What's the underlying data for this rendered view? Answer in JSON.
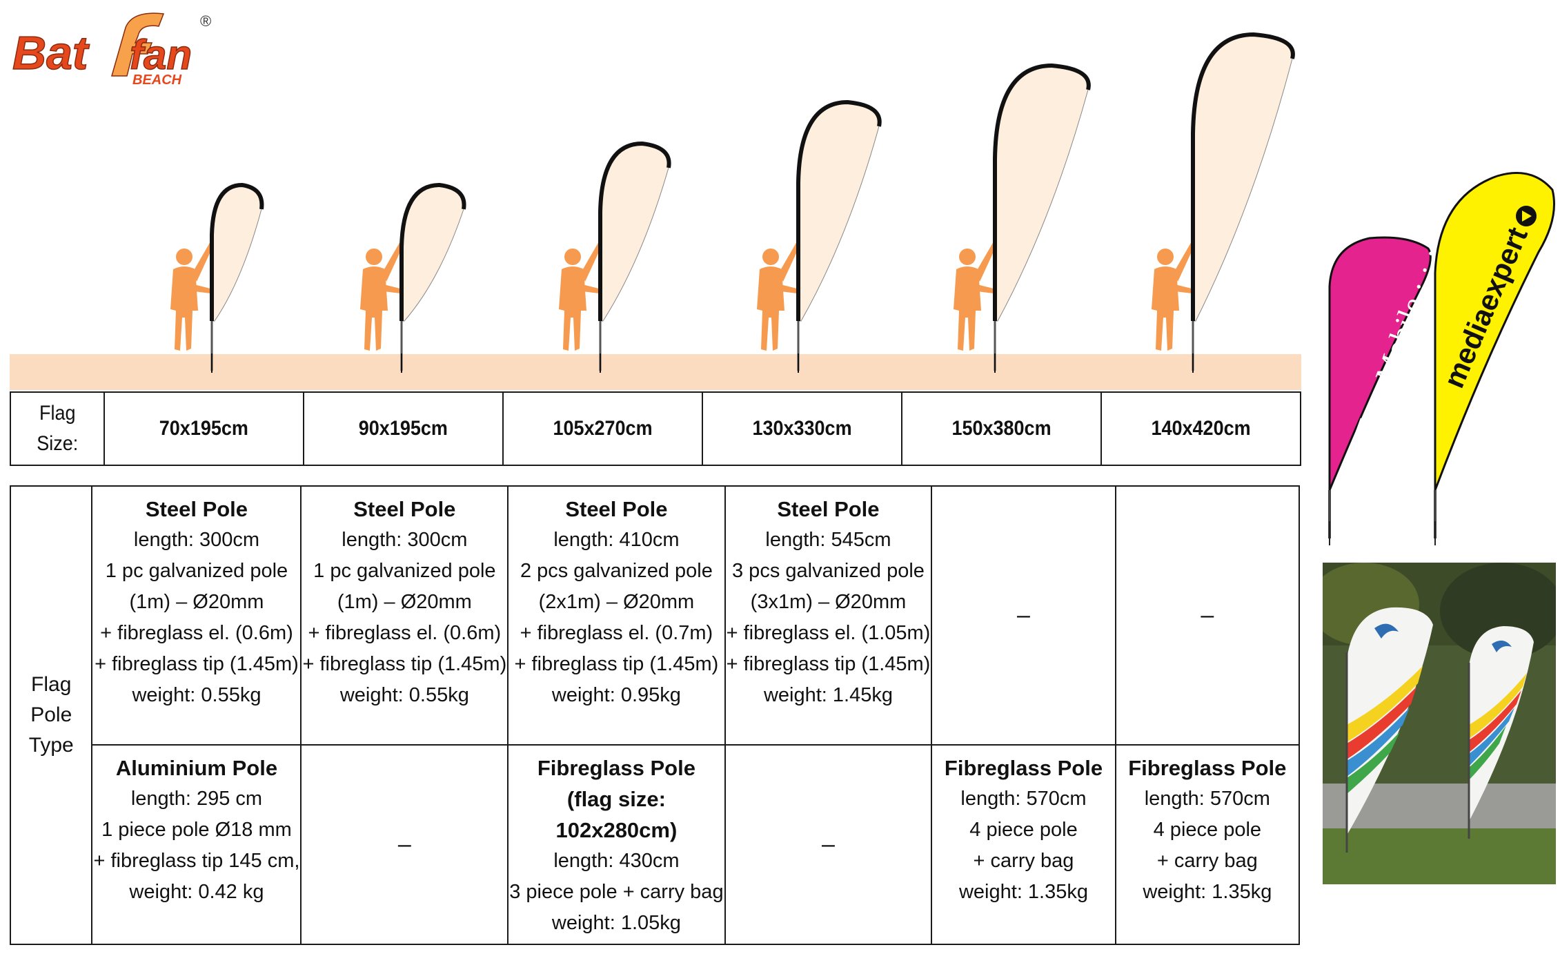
{
  "brand": {
    "name_part1": "Bat",
    "name_part2": "fan",
    "sub": "BEACH",
    "registered": "®",
    "colors": {
      "primary": "#e4481c",
      "light": "#f7a24a",
      "shadow": "#8a2a0e"
    }
  },
  "colors": {
    "ground": "#fbdcc0",
    "figure": "#f59a4e",
    "pole": "#111111",
    "flag_fill": "#fdeede",
    "tmobile": "#e5238f",
    "mediaexpert": "#fff200"
  },
  "flag_size": {
    "label_line1": "Flag",
    "label_line2": "Size:",
    "sizes": [
      "70x195cm",
      "90x195cm",
      "105x270cm",
      "130x330cm",
      "150x380cm",
      "140x420cm"
    ]
  },
  "pole_table": {
    "label_line1": "Flag Pole",
    "label_line2": "Type",
    "dash": "–",
    "row1": [
      {
        "title": "Steel Pole",
        "lines": [
          "length: 300cm",
          "1 pc galvanized pole",
          "(1m) – Ø20mm",
          "+ fibreglass el. (0.6m)",
          "+ fibreglass tip (1.45m)",
          "weight: 0.55kg"
        ]
      },
      {
        "title": "Steel Pole",
        "lines": [
          "length: 300cm",
          "1 pc galvanized pole",
          "(1m) – Ø20mm",
          "+ fibreglass el. (0.6m)",
          "+ fibreglass tip (1.45m)",
          "weight: 0.55kg"
        ]
      },
      {
        "title": "Steel Pole",
        "lines": [
          "length: 410cm",
          "2 pcs galvanized pole",
          "(2x1m)  – Ø20mm",
          "+ fibreglass el. (0.7m)",
          "+ fibreglass tip (1.45m)",
          "weight: 0.95kg"
        ]
      },
      {
        "title": "Steel Pole",
        "lines": [
          "length: 545cm",
          "3 pcs galvanized pole",
          "(3x1m)  – Ø20mm",
          "+ fibreglass el. (1.05m)",
          "+ fibreglass tip (1.45m)",
          "weight: 1.45kg"
        ]
      }
    ],
    "row2": {
      "c1": {
        "title": "Aluminium Pole",
        "lines": [
          "length: 295 cm",
          "1 piece pole Ø18 mm",
          "+ fibreglass tip 145 cm,",
          "weight: 0.42 kg"
        ]
      },
      "c3": {
        "title": "Fibreglass Pole",
        "subtitle": "(flag size: 102x280cm)",
        "lines": [
          "length: 430cm",
          "3 piece pole + carry bag",
          "weight: 1.05kg"
        ]
      },
      "c5": {
        "title": "Fibreglass Pole",
        "lines": [
          "length: 570cm",
          "4 piece pole",
          "+ carry bag",
          "weight: 1.35kg"
        ]
      },
      "c6": {
        "title": "Fibreglass Pole",
        "lines": [
          "length: 570cm",
          "4 piece pole",
          "+ carry bag",
          "weight: 1.35kg"
        ]
      }
    }
  },
  "examples": {
    "flag1_text": "T · · Mobile · · ·",
    "flag2_text": "mediaexpert"
  }
}
